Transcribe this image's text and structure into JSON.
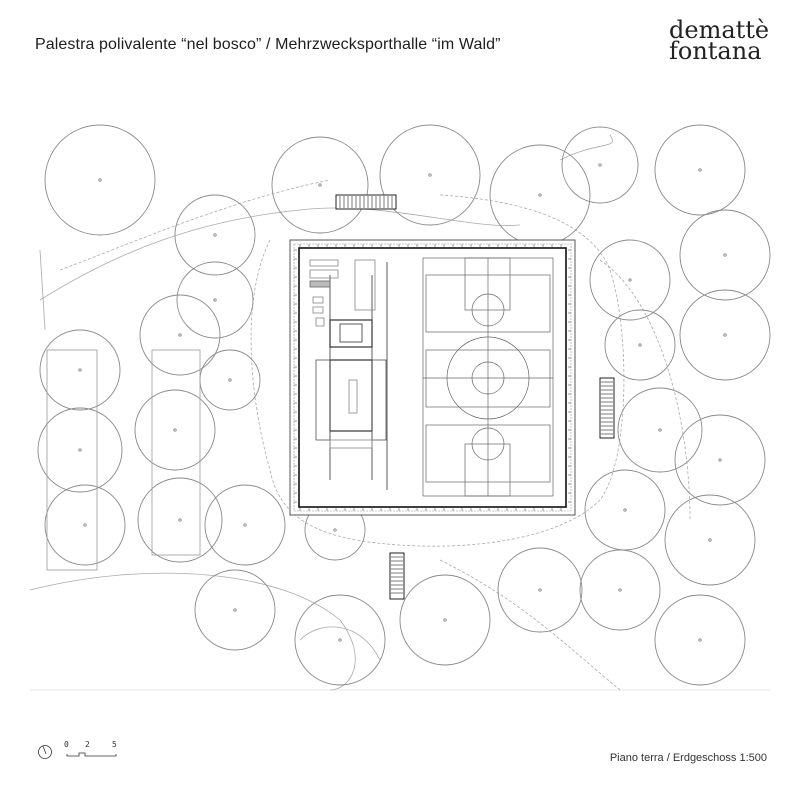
{
  "title": "Palestra polivalente “nel bosco” / Mehrzwecksporthalle “im Wald”",
  "logo": {
    "line1": "demattè",
    "line2": "fontana"
  },
  "scale_bar": {
    "labels": [
      "0",
      "2",
      "5"
    ]
  },
  "footer": "Piano terra / Erdgeschoss 1:500",
  "colors": {
    "line": "#888888",
    "dark": "#222222",
    "text": "#1e1e1e"
  }
}
